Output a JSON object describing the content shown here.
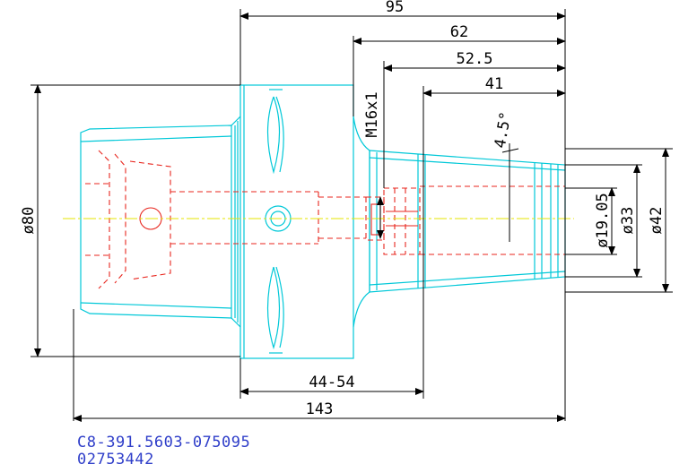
{
  "dimensions": {
    "overall_length": "143",
    "total_length_95": "95",
    "length_62": "62",
    "length_52_5": "52.5",
    "length_41": "41",
    "range_44_54": "44-54",
    "flange_diameter": "ø80",
    "shank_diameter_42": "ø42",
    "shank_diameter_33": "ø33",
    "bore_diameter": "ø19.05",
    "thread": "M16x1",
    "taper_angle": "4.5°"
  },
  "part": {
    "code": "C8-391.5603-075095",
    "number": "02753442"
  },
  "colors": {
    "outline": "#00c8d8",
    "hidden": "#e8261e",
    "centerline": "#e6e600",
    "dimension": "#000000",
    "code_text": "#2f3ec9"
  }
}
